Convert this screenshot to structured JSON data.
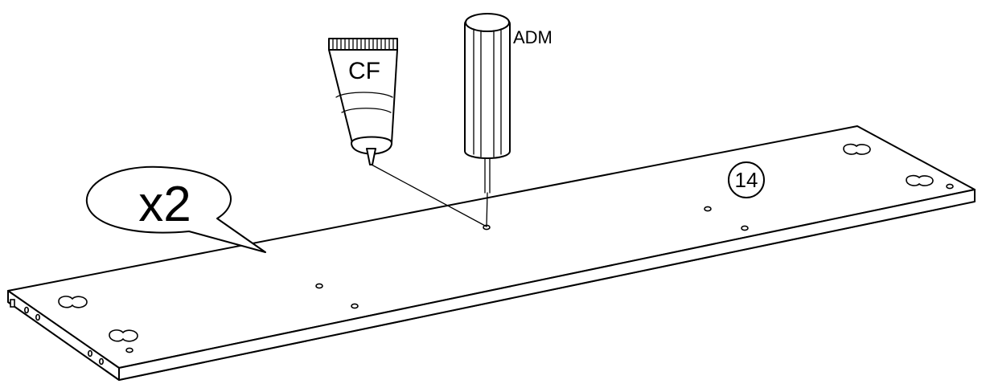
{
  "labels": {
    "glue_tube": "CF",
    "screwdriver": "ADM",
    "quantity": "x2",
    "part_number": "14"
  },
  "colors": {
    "ink": "#000000",
    "paper": "#ffffff"
  },
  "icons": {
    "glue_tube": "glue-tube-icon",
    "screwdriver": "screwdriver-icon"
  }
}
